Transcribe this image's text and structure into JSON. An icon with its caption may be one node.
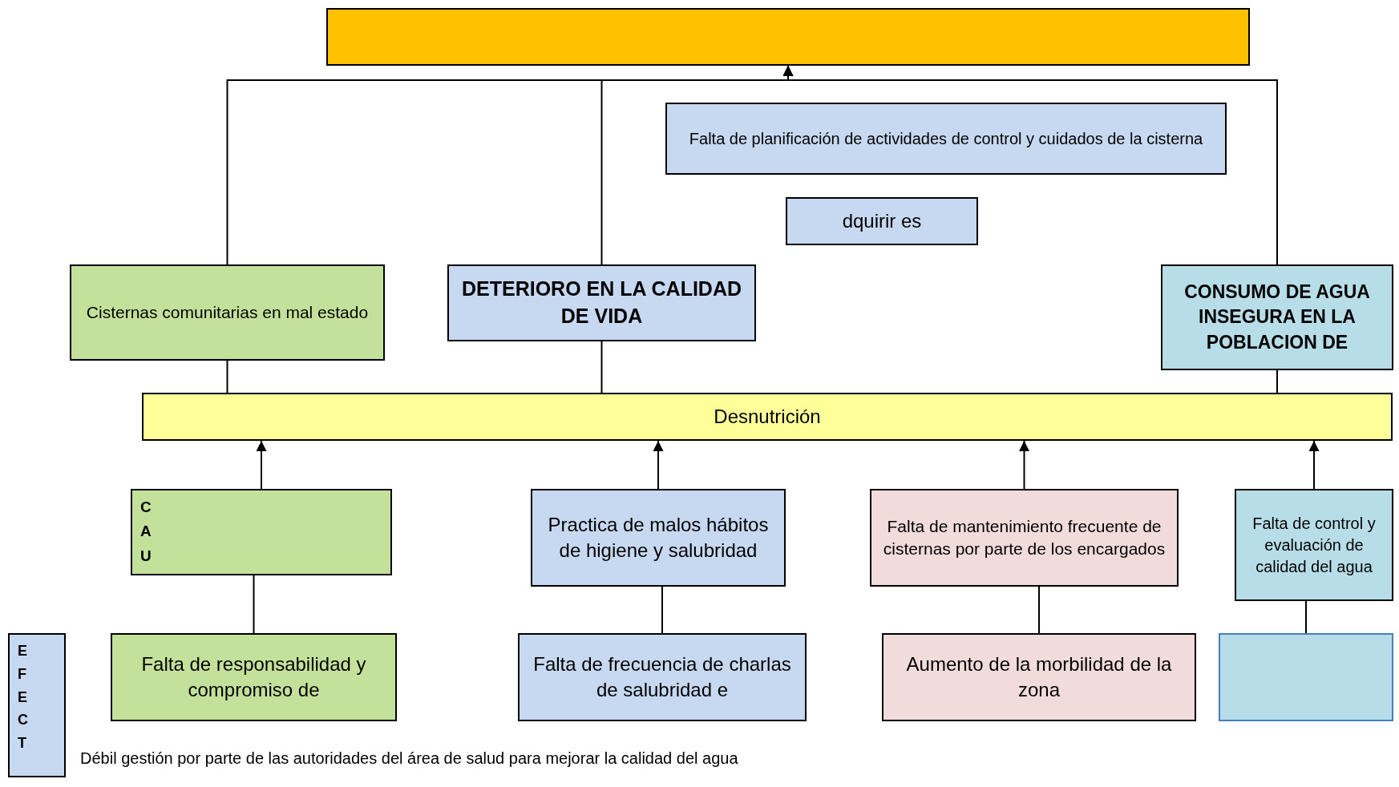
{
  "diagram": {
    "nodes": [
      {
        "text": [],
        "shape": "box"
      },
      {
        "text": [
          "Falta de planificación de actividades de control y cuidados de la cisterna"
        ]
      },
      {
        "text": [
          "dquirir es"
        ]
      },
      {
        "text": [
          "Cisternas comunitarias en mal estado"
        ]
      },
      {
        "text": [
          "DETERIORO EN LA CALIDAD DE VIDA"
        ]
      },
      {
        "text": [
          "CONSUMO DE AGUA INSEGURA EN LA POBLACION DE"
        ]
      },
      {
        "text": [
          "Desnutrición"
        ]
      },
      {
        "text": [
          "CAU"
        ]
      },
      {
        "text": [
          "Practica de malos hábitos de higiene y salubridad"
        ]
      },
      {
        "text": [
          "Falta de mantenimiento frecuente de cisternas por parte de los encargados"
        ]
      },
      {
        "text": [
          "Falta de control y evaluación de calidad del agua"
        ]
      },
      {
        "text": [
          "EFECT"
        ]
      },
      {
        "text": [
          "Falta de responsabilidad y compromiso de"
        ]
      },
      {
        "text": [
          "Falta de frecuencia de charlas de salubridad e"
        ]
      },
      {
        "text": [
          "Aumento de la morbilidad de la zona"
        ]
      },
      {
        "text": [],
        "shape": "box"
      }
    ],
    "edges": [
      {
        "from": 3,
        "to": 0,
        "arrow": "to"
      },
      {
        "from": 4,
        "to": 0,
        "arrow": "to"
      },
      {
        "from": 5,
        "to": 0,
        "arrow": "to"
      },
      {
        "from": 3,
        "to": 6,
        "arrow": "none"
      },
      {
        "from": 4,
        "to": 6,
        "arrow": "none"
      },
      {
        "from": 5,
        "to": 6,
        "arrow": "none"
      },
      {
        "from": 7,
        "to": 6,
        "arrow": "to"
      },
      {
        "from": 8,
        "to": 6,
        "arrow": "to"
      },
      {
        "from": 9,
        "to": 6,
        "arrow": "to"
      },
      {
        "from": 10,
        "to": 6,
        "arrow": "to"
      },
      {
        "from": 12,
        "to": 7,
        "arrow": "none"
      },
      {
        "from": 13,
        "to": 8,
        "arrow": "none"
      },
      {
        "from": 14,
        "to": 9,
        "arrow": "none"
      },
      {
        "from": 15,
        "to": 10,
        "arrow": "none"
      }
    ],
    "labels": [
      "Débil gestión por parte de las autoridades del área de salud para mejorar la calidad del agua"
    ]
  }
}
